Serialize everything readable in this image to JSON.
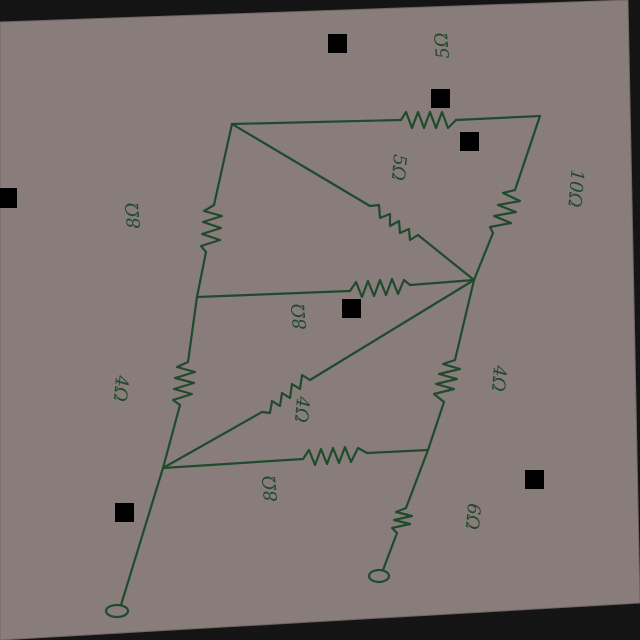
{
  "diagram": {
    "paper_color": "#857977",
    "ink_color": "#1f4a2c",
    "resistor_labels": {
      "top": "5Ω",
      "upper_diagonal": "5Ω",
      "left_upper": "8Ω",
      "right_upper": "10Ω",
      "middle_horizontal": "8Ω",
      "left_lower": "4Ω",
      "center_diagonal": "4Ω",
      "right_lower": "4Ω",
      "bottom_horizontal": "8Ω",
      "source": "6Ω"
    }
  }
}
